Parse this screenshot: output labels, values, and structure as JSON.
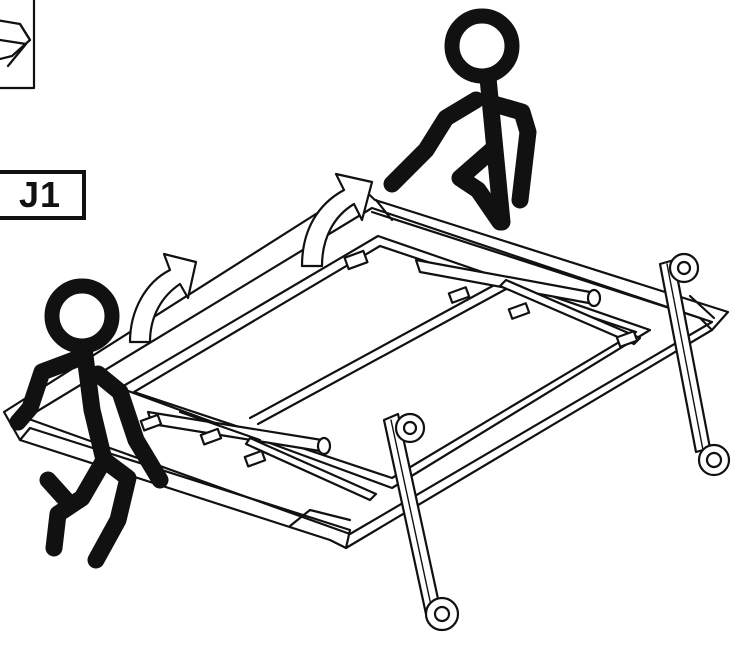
{
  "step": {
    "label": "J1"
  },
  "colors": {
    "ink": "#111111",
    "paper": "#ffffff",
    "panel_fill": "#f7f7f7"
  },
  "icons": {
    "corner_thumbnail": "previous-step-thumbnail",
    "arrows": [
      "lift-arrow",
      "lift-arrow"
    ],
    "figures": [
      "person-icon",
      "person-icon"
    ],
    "wheels": [
      "caster-wheel-icon",
      "caster-wheel-icon",
      "caster-wheel-icon"
    ]
  }
}
